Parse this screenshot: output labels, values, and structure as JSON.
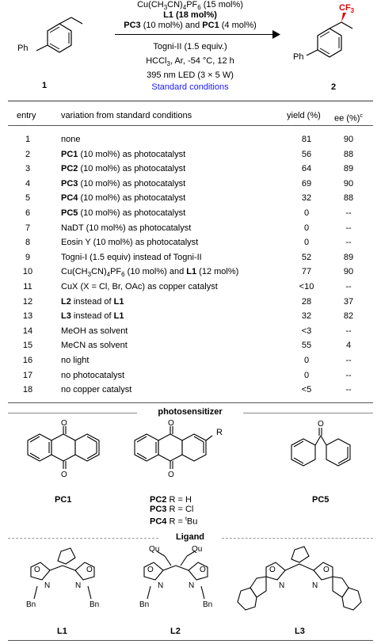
{
  "scheme": {
    "reactant_label": "1",
    "product_label": "2",
    "reactant_substituent": "Ph",
    "product_substituent": "Ph",
    "product_group": "CF3",
    "cond": [
      "Cu(CH3CN)4PF6 (15 mol%)",
      "L1 (18 mol%)",
      "PC3 (10 mol%) and PC1 (4 mol%)",
      "Togni-II (1.5 equiv.)",
      "HCCl3, Ar, -54 °C, 12 h",
      "395 nm LED (3 × 5 W)",
      "Standard conditions"
    ]
  },
  "table": {
    "headers": [
      "entry",
      "variation from standard conditions",
      "yield (%)",
      "ee (%)c"
    ],
    "rows": [
      [
        "1",
        "none",
        "81",
        "90"
      ],
      [
        "2",
        "PC1 (10 mol%) as photocatalyst",
        "56",
        "88"
      ],
      [
        "3",
        "PC2 (10 mol%) as photocatalyst",
        "64",
        "89"
      ],
      [
        "4",
        "PC3 (10 mol%) as photocatalyst",
        "69",
        "90"
      ],
      [
        "5",
        "PC4 (10 mol%) as photocatalyst",
        "32",
        "88"
      ],
      [
        "6",
        "PC5 (10 mol%) as photocatalyst",
        "0",
        "--"
      ],
      [
        "7",
        "NaDT (10 mol%) as photocatalyst",
        "0",
        "--"
      ],
      [
        "8",
        "Eosin Y (10 mol%) as photocatalyst",
        "0",
        "--"
      ],
      [
        "9",
        "Togni-I (1.5 equiv) instead of Togni-II",
        "52",
        "89"
      ],
      [
        "10",
        "Cu(CH3CN)4PF6 (10 mol%) and L1 (12 mol%)",
        "77",
        "90"
      ],
      [
        "11",
        "CuX (X = Cl, Br, OAc) as copper catalyst",
        "<10",
        "--"
      ],
      [
        "12",
        "L2 instead of L1",
        "28",
        "37"
      ],
      [
        "13",
        "L3 instead of L1",
        "32",
        "82"
      ],
      [
        "14",
        "MeOH as solvent",
        "<3",
        "--"
      ],
      [
        "15",
        "MeCN as solvent",
        "55",
        "4"
      ],
      [
        "16",
        "no light",
        "0",
        "--"
      ],
      [
        "17",
        "no photocatalyst",
        "0",
        "--"
      ],
      [
        "18",
        "no copper catalyst",
        "<5",
        "--"
      ]
    ]
  },
  "photosensitizer": {
    "title": "photosensitizer",
    "pc1": "PC1",
    "pc5": "PC5",
    "pc2": "PC2 R = H",
    "pc3": "PC3 R = Cl",
    "pc4": "PC4 R = tBu",
    "r": "R",
    "o": "O"
  },
  "ligand": {
    "title": "Ligand",
    "l1": "L1",
    "l2": "L2",
    "l3": "L3",
    "o": "O",
    "n": "N",
    "bn": "Bn",
    "qu": "Qu"
  }
}
